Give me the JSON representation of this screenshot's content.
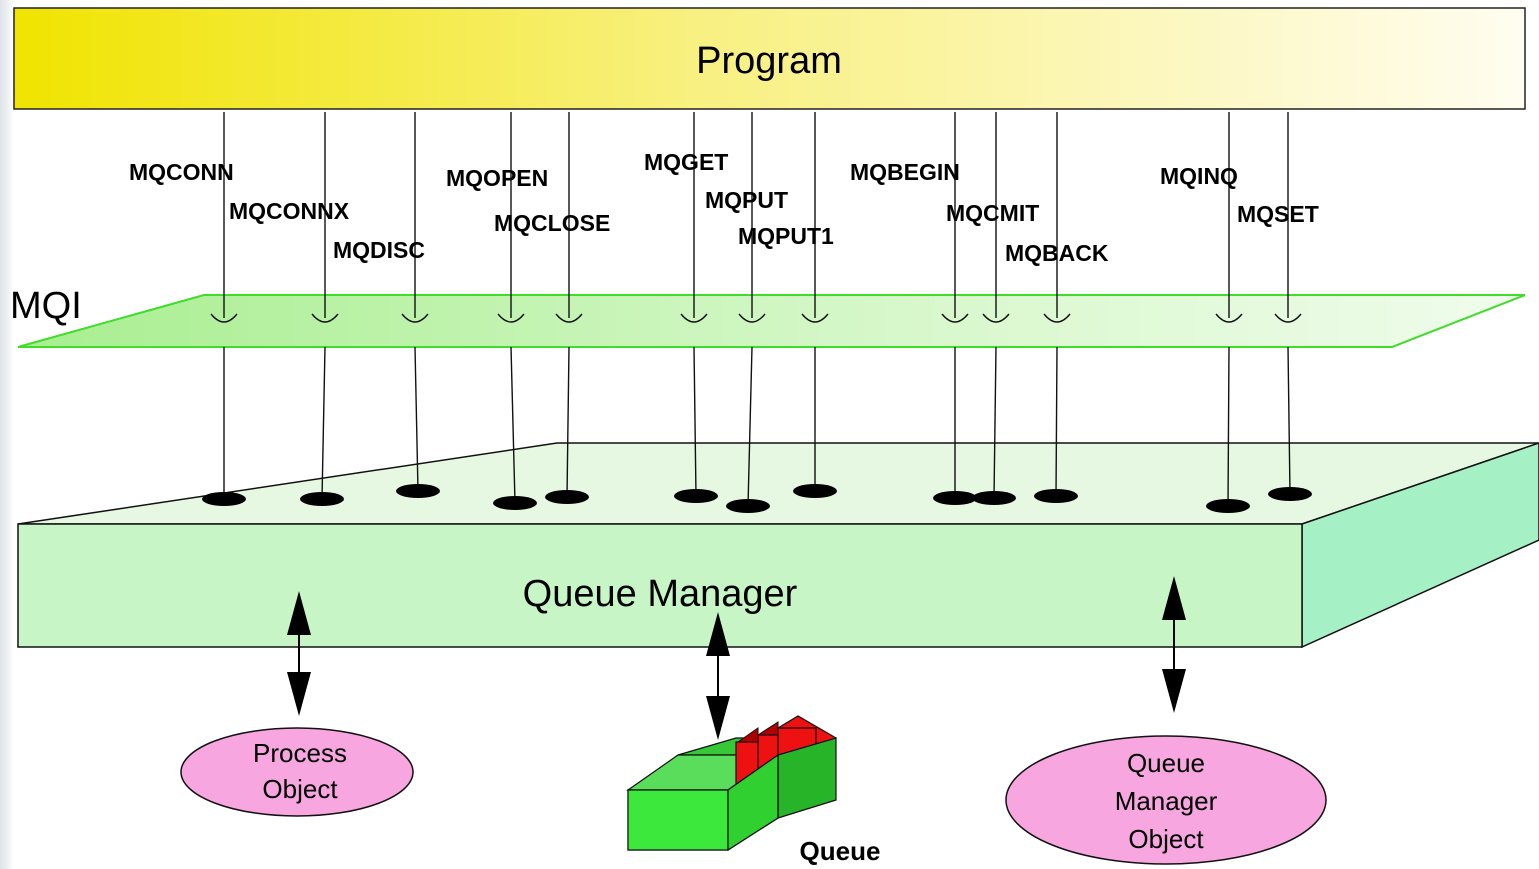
{
  "program": {
    "label": "Program"
  },
  "mqi": {
    "label": "MQI"
  },
  "queue_manager": {
    "label": "Queue Manager"
  },
  "calls": [
    {
      "name": "MQCONN"
    },
    {
      "name": "MQCONNX"
    },
    {
      "name": "MQDISC"
    },
    {
      "name": "MQOPEN"
    },
    {
      "name": "MQCLOSE"
    },
    {
      "name": "MQGET"
    },
    {
      "name": "MQPUT"
    },
    {
      "name": "MQPUT1"
    },
    {
      "name": "MQBEGIN"
    },
    {
      "name": "MQCMIT"
    },
    {
      "name": "MQBACK"
    },
    {
      "name": "MQINQ"
    },
    {
      "name": "MQSET"
    }
  ],
  "objects": {
    "process": {
      "line1": "Process",
      "line2": "Object"
    },
    "queue": {
      "label": "Queue"
    },
    "qm_object": {
      "line1": "Queue",
      "line2": "Manager",
      "line3": "Object"
    }
  },
  "colors": {
    "program_start": "#f2e800",
    "program_end": "#fffde8",
    "mqi_fill": "#c8f5b4",
    "mqi_stroke": "#3fdc2a",
    "qm_front": "#c8f5c8",
    "qm_top": "#e4f8e0",
    "qm_side": "#a8f0c8",
    "ellipse_fill": "#f7a6e0",
    "queue_green": "#3ce83c",
    "queue_red": "#ee1111"
  }
}
